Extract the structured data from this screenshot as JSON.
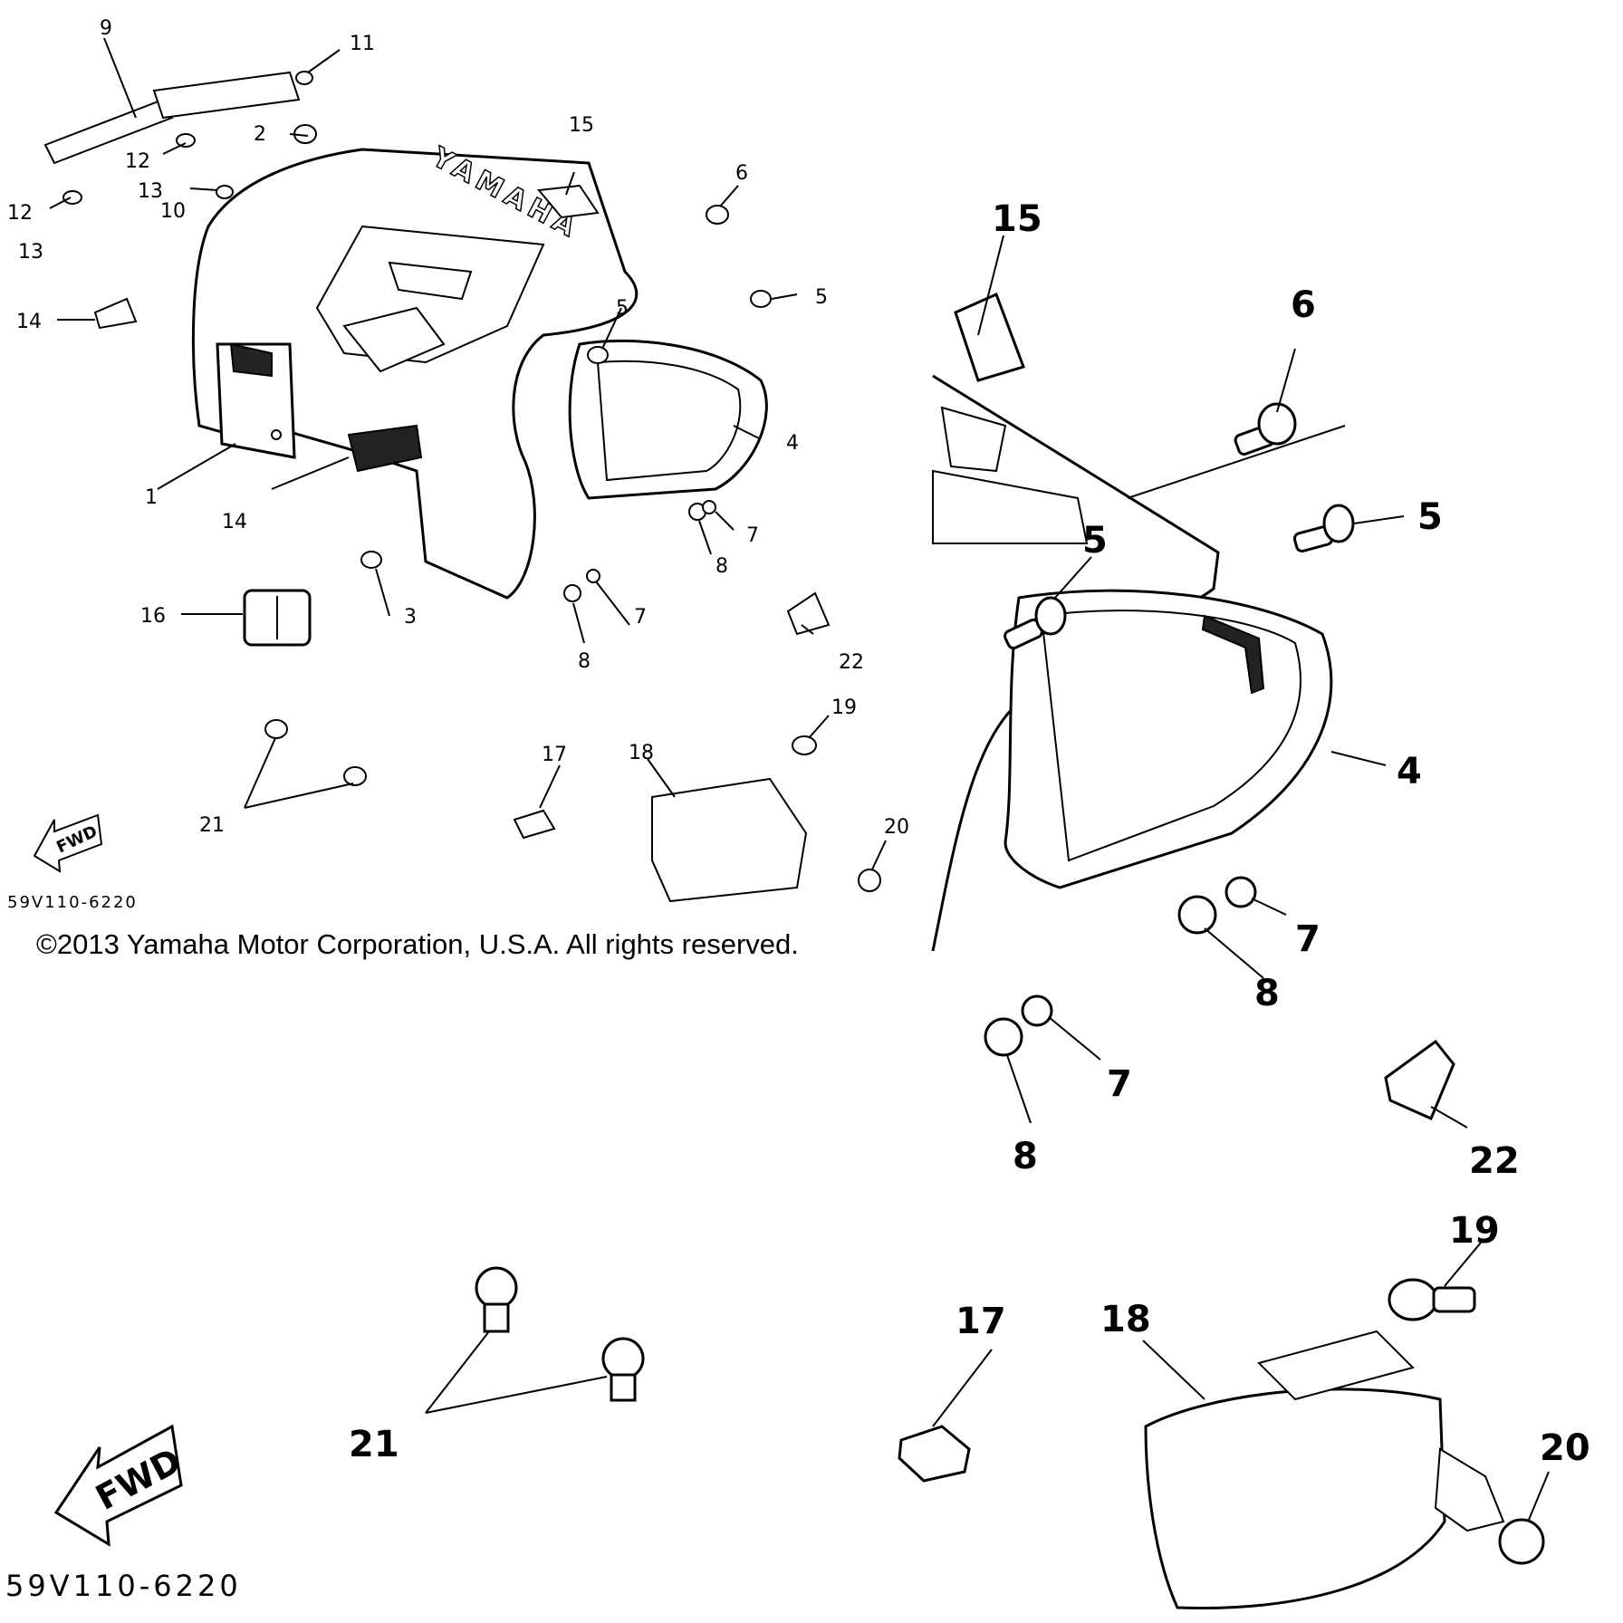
{
  "diagram": {
    "brand_text": "YAMAHA",
    "part_code": "59V110-6220",
    "fwd_label": "FWD",
    "copyright": "©2013 Yamaha Motor Corporation, U.S.A. All rights reserved.",
    "callouts": {
      "p1": "1",
      "p2": "2",
      "p3": "3",
      "p4": "4",
      "p5": "5",
      "p6": "6",
      "p7": "7",
      "p8": "8",
      "p9": "9",
      "p10": "10",
      "p11": "11",
      "p12": "12",
      "p13": "13",
      "p14": "14",
      "p15": "15",
      "p16": "16",
      "p17": "17",
      "p18": "18",
      "p19": "19",
      "p20": "20",
      "p21": "21",
      "p22": "22"
    }
  }
}
